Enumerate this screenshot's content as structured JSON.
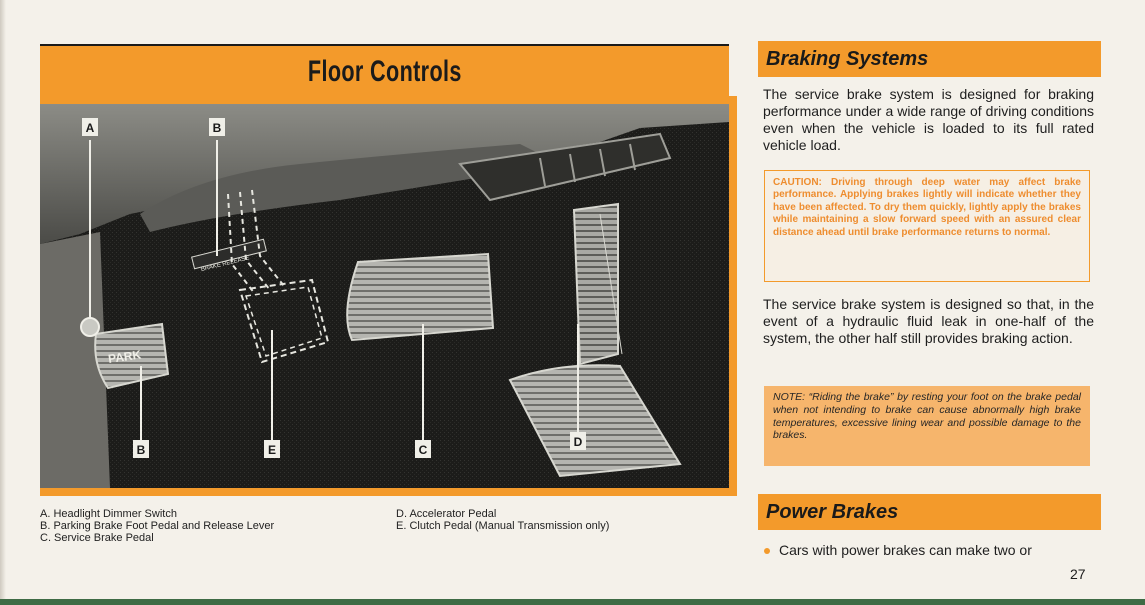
{
  "floor_controls": {
    "title": "Floor Controls",
    "photo_labels": {
      "a_top": "A",
      "b_top": "B",
      "b_bottom": "B",
      "c_bottom": "C",
      "d": "D",
      "e_bottom": "E",
      "park_pedal_text": "PARK",
      "release_lever_text": "BRAKE RELEASE"
    },
    "legend_left": [
      "A. Headlight Dimmer Switch",
      "B. Parking Brake Foot Pedal and Release Lever",
      "C. Service Brake Pedal"
    ],
    "legend_right": [
      "D. Accelerator Pedal",
      "E. Clutch Pedal (Manual Transmission only)"
    ]
  },
  "braking_systems": {
    "heading": "Braking Systems",
    "paragraph_1": "The service brake system is designed for braking performance under a wide range of driving conditions even when the vehicle is loaded to its full rated vehicle load.",
    "caution": "CAUTION: Driving through deep water may affect brake performance. Applying brakes lightly will indicate whether they have been affected. To dry them quickly, lightly apply the brakes while maintaining a slow forward speed with an assured clear distance ahead until brake performance returns to normal.",
    "paragraph_2": "The service brake system is designed so that, in the event of a hydraulic fluid leak in one-half of the system, the other half still provides braking action.",
    "note": "NOTE: “Riding the brake” by resting your foot on the brake pedal when not intending to brake can cause abnormally high brake temperatures, excessive lining wear and possible damage to the brakes."
  },
  "power_brakes": {
    "heading": "Power Brakes",
    "bullet_1": "Cars with power brakes can make two or"
  },
  "page_number": "27",
  "colors": {
    "accent_orange": "#f39a2b",
    "note_fill": "#f6b56c",
    "page_background": "#f4f1ea"
  }
}
